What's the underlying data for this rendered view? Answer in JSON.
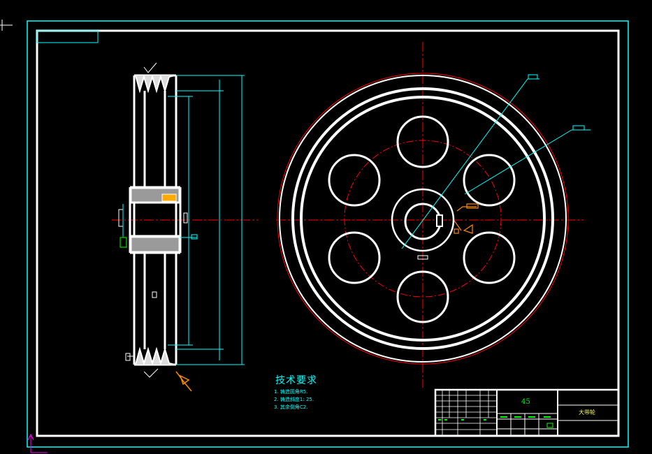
{
  "technical_requirements": {
    "title": "技术要求",
    "items": [
      "1. 铸造圆角R5.",
      "2. 铸造斜度1: 25.",
      "3. 其余倒角C2."
    ]
  },
  "title_block": {
    "material": "45",
    "part_name": "大带轮"
  },
  "colors": {
    "background": "#000000",
    "frame": "#00ffff",
    "outline": "#ffffff",
    "centerline": "#ff0000",
    "dimension": "#00ffff",
    "annotation": "#00ff00",
    "highlight": "#ff8800"
  }
}
